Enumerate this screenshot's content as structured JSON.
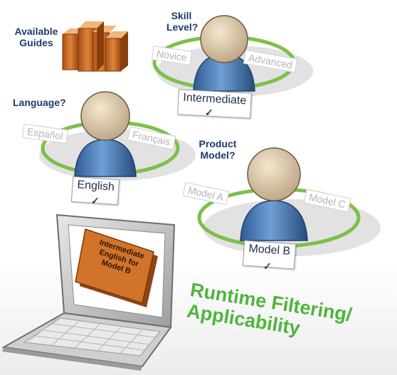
{
  "labels": {
    "available_guides": "Available Guides",
    "skill_level": "Skill Level?",
    "language": "Language?",
    "product_model": "Product Model?"
  },
  "skill": {
    "left": "Novice",
    "right": "Advanced",
    "selected": "Intermediate"
  },
  "language": {
    "left": "Español",
    "right": "Français",
    "selected": "English"
  },
  "model": {
    "left": "Model A",
    "right": "Model C",
    "selected": "Model B"
  },
  "book_title": "Intermediate English for Model B",
  "checkmark": "✓",
  "headline": {
    "line1": "Runtime Filtering/",
    "line2": "Applicability"
  },
  "colors": {
    "label_blue": "#1f3a6d",
    "headline_green": "#4fb53c",
    "ring_green": "#7cc04a",
    "book_orange": "#d2732a",
    "person_blue": "#4a7bb5",
    "person_head": "#e6d3b3"
  },
  "icons": [
    "book-stack-icon",
    "person-icon",
    "laptop-icon",
    "checkmark-icon"
  ]
}
